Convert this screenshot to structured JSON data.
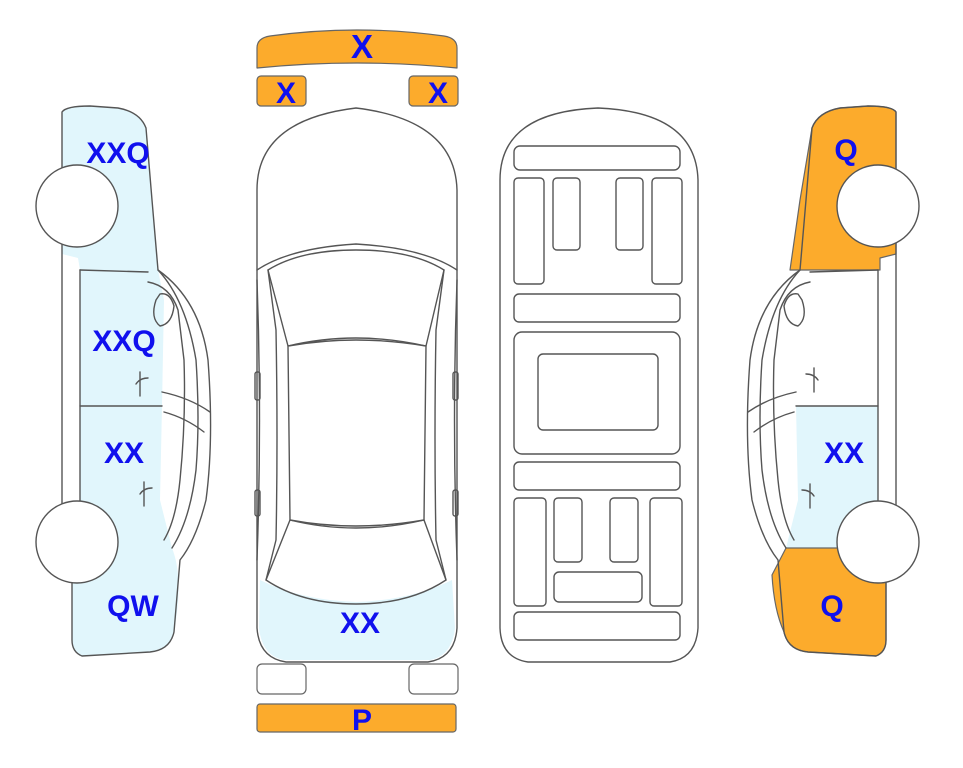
{
  "colors": {
    "light_blue": "#e1f6fc",
    "orange": "#fcab2c",
    "label": "#1010ee",
    "outline": "#555555"
  },
  "top_bumper": {
    "main": "X",
    "left": "X",
    "right": "X"
  },
  "bottom_bumper": {
    "main": "P"
  },
  "left_side": {
    "front": "XXQ",
    "front_door": "XXQ",
    "rear_door": "XX",
    "rear": "QW"
  },
  "top_view": {
    "rear_glass": "XX"
  },
  "right_side": {
    "front": "Q",
    "rear_door": "XX",
    "rear": "Q"
  }
}
